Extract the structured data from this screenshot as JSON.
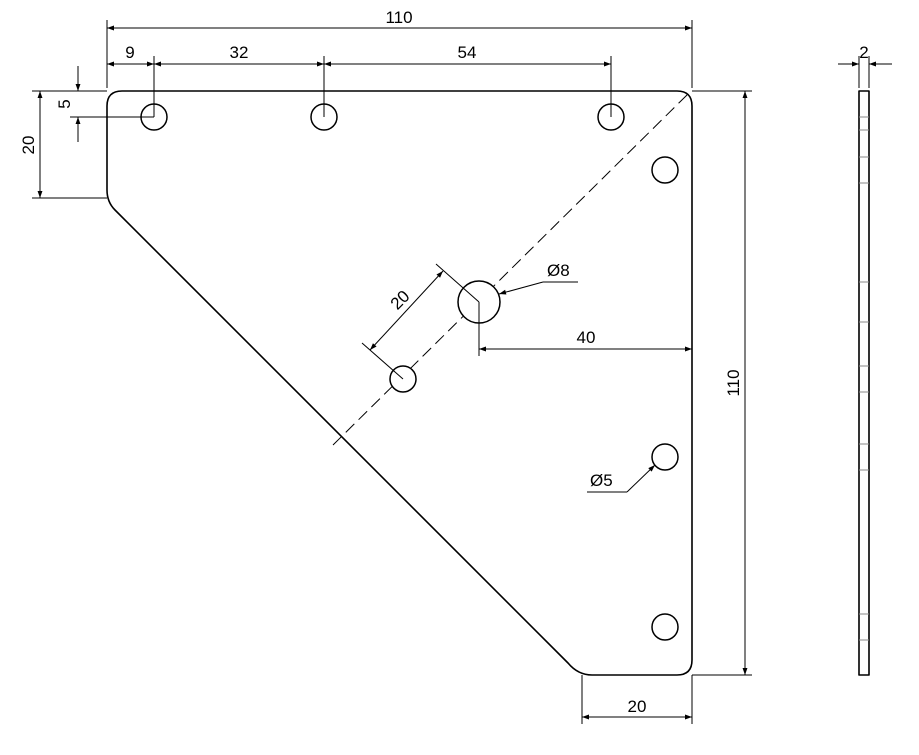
{
  "dimensions": {
    "overall_width": "110",
    "left_hole_offset": "9",
    "hole_spacing_a": "32",
    "hole_spacing_b": "54",
    "top_hole_offset": "5",
    "left_edge_height": "20",
    "hole_pitch_diagonal": "20",
    "center_hole_offset": "40",
    "overall_height": "110",
    "bottom_edge_width": "20",
    "thickness": "2",
    "large_hole_diameter": "Ø8",
    "small_hole_diameter": "Ø5"
  }
}
